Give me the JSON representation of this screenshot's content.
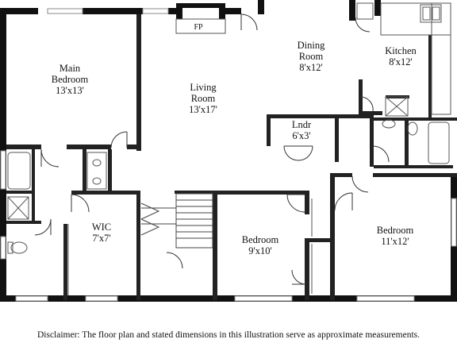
{
  "rooms": {
    "main_bedroom": {
      "name": "Main\nBedroom",
      "name_line1": "Main",
      "name_line2": "Bedroom",
      "dim": "13'x13'"
    },
    "living_room": {
      "name_line1": "Living",
      "name_line2": "Room",
      "dim": "13'x17'"
    },
    "dining_room": {
      "name_line1": "Dining",
      "name_line2": "Room",
      "dim": "8'x12'"
    },
    "kitchen": {
      "name": "Kitchen",
      "dim": "8'x12'"
    },
    "laundry": {
      "name": "Lndr",
      "dim": "6'x3'"
    },
    "wic": {
      "name": "WIC",
      "dim": "7'x7'"
    },
    "bedroom_2": {
      "name": "Bedroom",
      "dim": "9'x10'"
    },
    "bedroom_3": {
      "name": "Bedroom",
      "dim": "11'x12'"
    },
    "fireplace": {
      "name": "FP"
    }
  },
  "disclaimer": "Disclaimer: The floor plan and stated dimensions in this illustration serve as approximate measurements.",
  "colors": {
    "wall": "#111111",
    "window": "#9a9a9a",
    "fixture": "#555555"
  }
}
